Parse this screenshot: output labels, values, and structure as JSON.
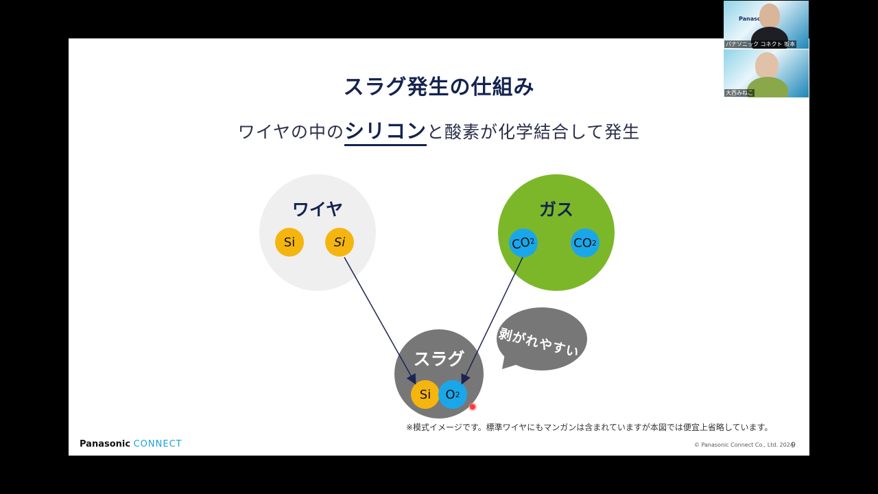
{
  "slide": {
    "title": "スラグ発生の仕組み",
    "subtitle_pre": "ワイヤの中の",
    "subtitle_em": "シリコン",
    "subtitle_post": "と酸素が化学結合して発生",
    "wire": {
      "label": "ワイヤ",
      "atoms": [
        "Si",
        "Si"
      ]
    },
    "gas": {
      "label": "ガス",
      "atoms": [
        "CO",
        "CO"
      ],
      "subscript": "2"
    },
    "slag": {
      "label": "スラグ",
      "atom_si": "Si",
      "atom_o": "O",
      "o_subscript": "2"
    },
    "bubble": "剥がれやすい",
    "footnote": "※模式イメージです。標準ワイヤにもマンガンは含まれていますが本図では便宜上省略しています。",
    "logo_left": "Panasonic",
    "logo_right": "CONNECT",
    "copyright": "© Panasonic Connect Co., Ltd. 2024",
    "page_number": "9"
  },
  "participants": [
    {
      "name": "パナソニック コネクト 坂本"
    },
    {
      "name": "大西みねこ"
    }
  ],
  "colors": {
    "wire_circle": "#efefef",
    "gas_circle": "#7cb72a",
    "slag_circle": "#777777",
    "silicon": "#f5b50f",
    "oxygen": "#1aa7ea",
    "title": "#14234f"
  }
}
